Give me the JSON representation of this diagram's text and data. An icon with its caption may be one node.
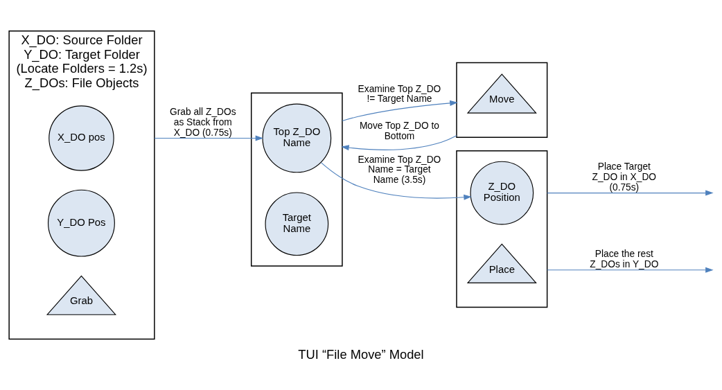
{
  "diagram": {
    "title": "TUI “File Move” Model",
    "nodes": [
      {
        "text": [
          "X_DO: Source Folder",
          "Y_DO: Target Folder",
          "(Locate Folders = 1.2s)",
          "Z_DOs: File Objects"
        ]
      },
      {
        "text": [
          "X_DO pos"
        ],
        "in": 0
      },
      {
        "text": [
          "Y_DO Pos"
        ],
        "in": 0
      },
      {
        "text": [
          "Grab"
        ],
        "in": 0
      },
      {
        "text": [],
        "shape": "box"
      },
      {
        "text": [
          "Top Z_DO Name"
        ],
        "in": 4
      },
      {
        "text": [
          "Target Name"
        ],
        "in": 4
      },
      {
        "text": [],
        "shape": "box"
      },
      {
        "text": [
          "Move"
        ],
        "in": 7
      },
      {
        "text": [],
        "shape": "box"
      },
      {
        "text": [
          "Z_DO Position"
        ],
        "in": 9
      },
      {
        "text": [
          "Place"
        ],
        "in": 9
      }
    ],
    "edges": [
      {
        "from": 0,
        "to": 5,
        "arrow": "to",
        "label": "Grab all Z_DOs as Stack from X_DO (0.75s)"
      },
      {
        "from": 5,
        "to": 10,
        "arrow": "to",
        "label": "Examine Top Z_DO Name = Target Name (3.5s)"
      },
      {
        "from": 4,
        "to": 7,
        "arrow": "to",
        "label": "Examine Top Z_DO != Target Name"
      },
      {
        "from": 7,
        "to": 4,
        "arrow": "to",
        "label": "Move Top Z_DO to Bottom"
      },
      {
        "from": 9,
        "to": null,
        "arrow": "to",
        "label": "Place Target Z_DO in X_DO (0.75s)"
      },
      {
        "from": 9,
        "to": null,
        "arrow": "to",
        "label": "Place the rest Z_DOs in Y_DO"
      }
    ]
  }
}
